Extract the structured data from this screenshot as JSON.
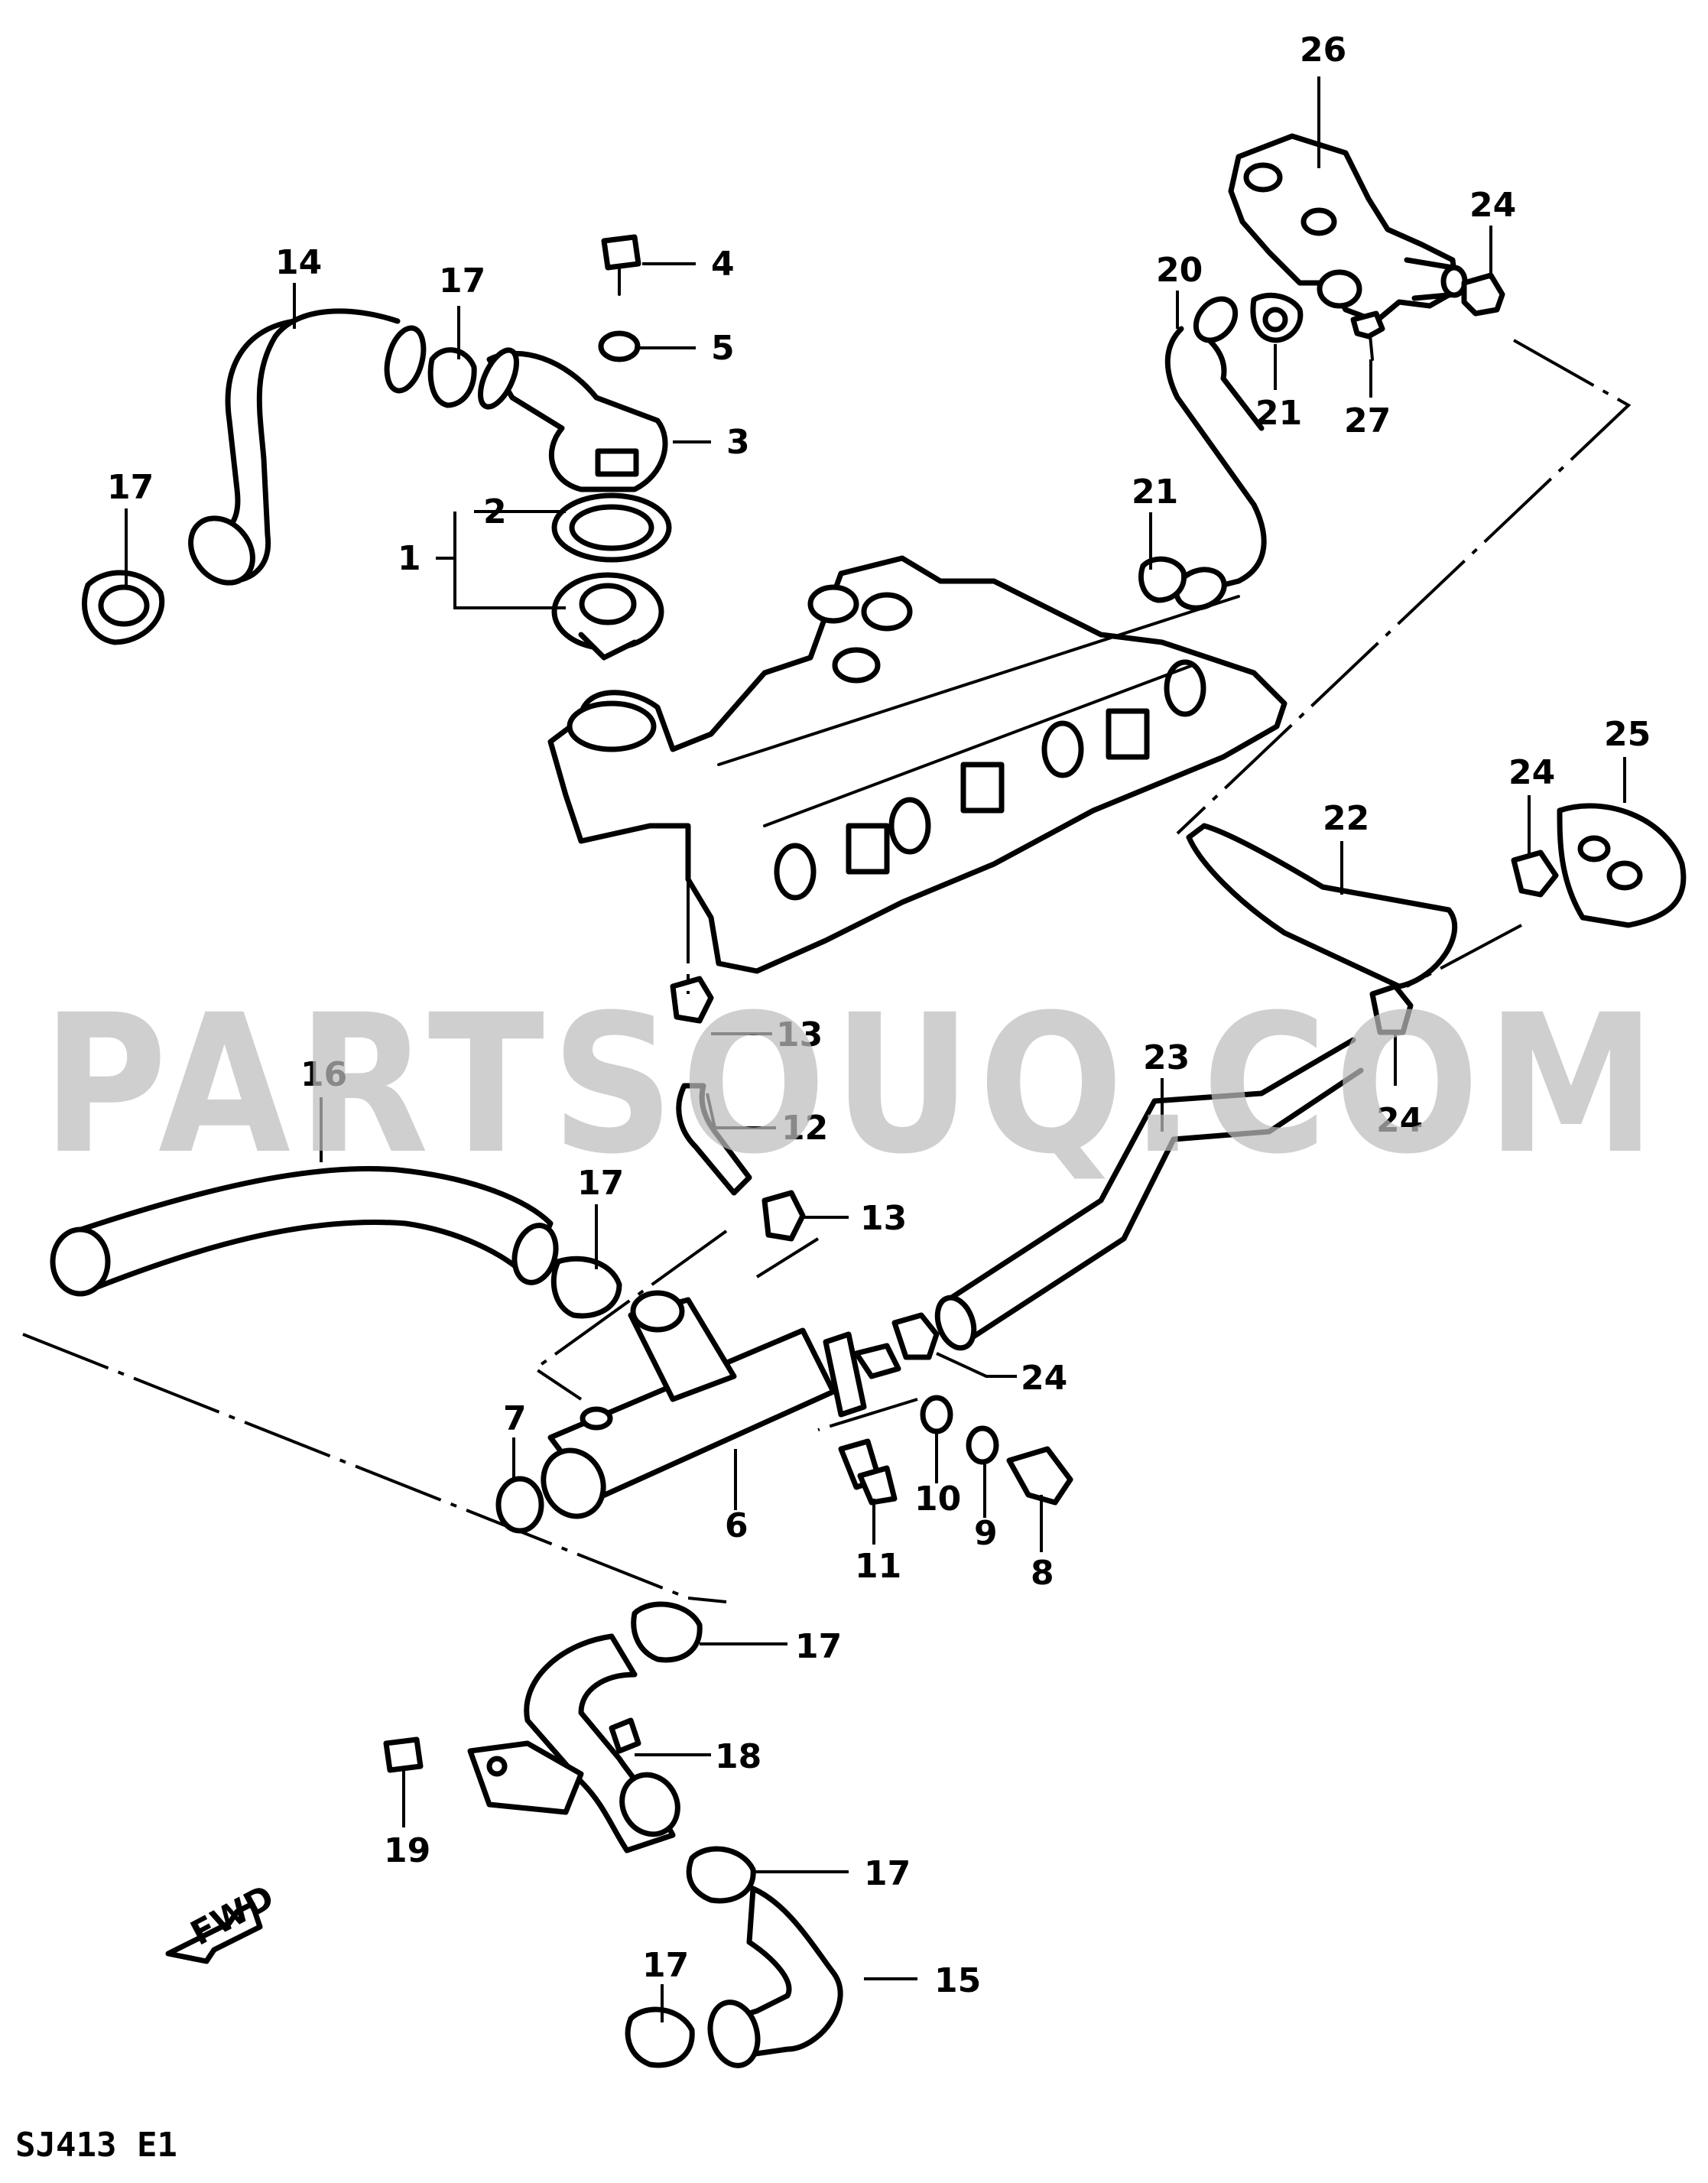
{
  "diagram": {
    "watermark": "PARTSOUQ.COM",
    "code": "SJ413 E1",
    "fwd_label": "FWD",
    "callouts": [
      {
        "id": "c26",
        "text": "26"
      },
      {
        "id": "c24a",
        "text": "24"
      },
      {
        "id": "c20",
        "text": "20"
      },
      {
        "id": "c21a",
        "text": "21"
      },
      {
        "id": "c27",
        "text": "27"
      },
      {
        "id": "c14",
        "text": "14"
      },
      {
        "id": "c17a",
        "text": "17"
      },
      {
        "id": "c4",
        "text": "4"
      },
      {
        "id": "c5",
        "text": "5"
      },
      {
        "id": "c3",
        "text": "3"
      },
      {
        "id": "c2",
        "text": "2"
      },
      {
        "id": "c1",
        "text": "1"
      },
      {
        "id": "c17b",
        "text": "17"
      },
      {
        "id": "c21b",
        "text": "21"
      },
      {
        "id": "c25",
        "text": "25"
      },
      {
        "id": "c24b",
        "text": "24"
      },
      {
        "id": "c22",
        "text": "22"
      },
      {
        "id": "c13a",
        "text": "13"
      },
      {
        "id": "c23",
        "text": "23"
      },
      {
        "id": "c24c",
        "text": "24"
      },
      {
        "id": "c16",
        "text": "16"
      },
      {
        "id": "c12",
        "text": "12"
      },
      {
        "id": "c17c",
        "text": "17"
      },
      {
        "id": "c13b",
        "text": "13"
      },
      {
        "id": "c24d",
        "text": "24"
      },
      {
        "id": "c7",
        "text": "7"
      },
      {
        "id": "c10",
        "text": "10"
      },
      {
        "id": "c6",
        "text": "6"
      },
      {
        "id": "c9",
        "text": "9"
      },
      {
        "id": "c8",
        "text": "8"
      },
      {
        "id": "c11",
        "text": "11"
      },
      {
        "id": "c17d",
        "text": "17"
      },
      {
        "id": "c18",
        "text": "18"
      },
      {
        "id": "c19",
        "text": "19"
      },
      {
        "id": "c17e",
        "text": "17"
      },
      {
        "id": "c15",
        "text": "15"
      },
      {
        "id": "c17f",
        "text": "17"
      }
    ]
  }
}
